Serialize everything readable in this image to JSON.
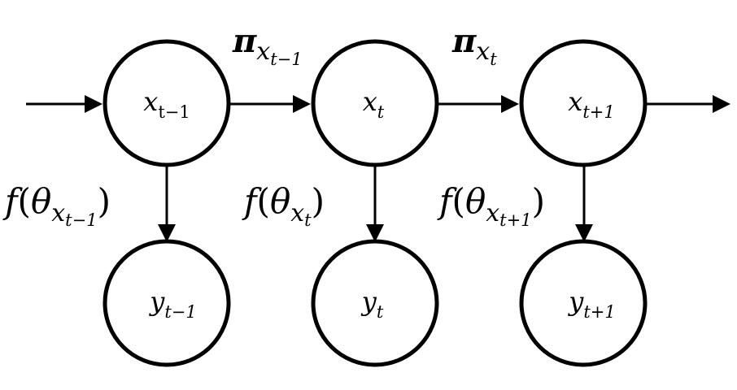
{
  "diagram": {
    "nodes": {
      "x_prev": {
        "base": "x",
        "sub": "t−1"
      },
      "x_curr": {
        "base": "x",
        "sub": "t"
      },
      "x_next": {
        "base": "x",
        "sub": "t+1"
      },
      "y_prev": {
        "base": "y",
        "sub": "t−1"
      },
      "y_curr": {
        "base": "y",
        "sub": "t"
      },
      "y_next": {
        "base": "y",
        "sub": "t+1"
      }
    },
    "transition_labels": {
      "pi_prev": {
        "symbol": "π",
        "sub_base": "x",
        "sub_sub": "t−1"
      },
      "pi_curr": {
        "symbol": "π",
        "sub_base": "x",
        "sub_sub": "t"
      }
    },
    "emission_labels": {
      "f_prev": {
        "func": "f",
        "open": "(",
        "theta": "θ",
        "sub_base": "x",
        "sub_sub": "t−1",
        "close": ")"
      },
      "f_curr": {
        "func": "f",
        "open": "(",
        "theta": "θ",
        "sub_base": "x",
        "sub_sub": "t",
        "close": ")"
      },
      "f_next": {
        "func": "f",
        "open": "(",
        "theta": "θ",
        "sub_base": "x",
        "sub_sub": "t+1",
        "close": ")"
      }
    }
  }
}
